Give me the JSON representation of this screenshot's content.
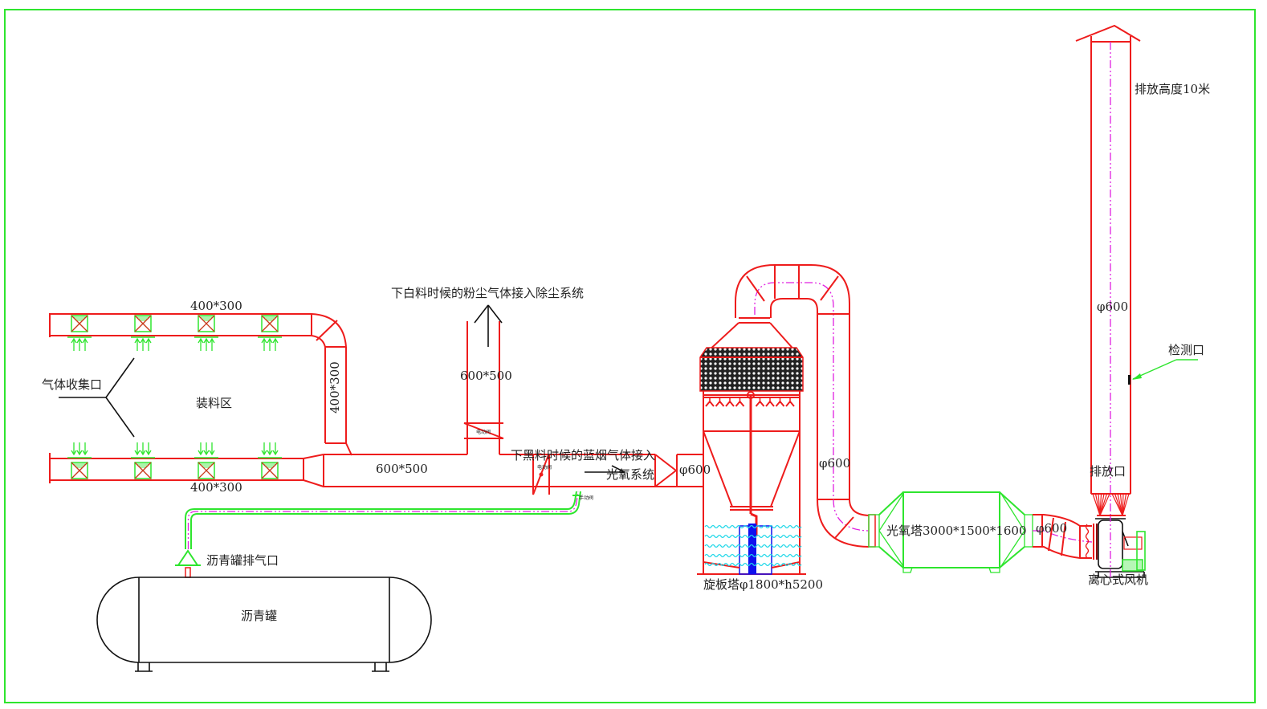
{
  "diagram": {
    "title_type": "Process flow diagram - exhaust gas treatment",
    "colors": {
      "duct": "#ee1c1c",
      "equipment_green": "#2ee52e",
      "centerline": "#e020e0",
      "water": "#22d8e8",
      "pump": "#1010ee",
      "border": "#2ee52e",
      "text": "#222222"
    },
    "labels": {
      "top_duct_size": "400*300",
      "bottom_duct_size": "400*300",
      "vertical_duct_size": "400*300",
      "gas_collection_inlet": "气体收集口",
      "loading_area": "装料区",
      "main_duct_size": "600*500",
      "branch_duct_size": "600*500",
      "branch_note": "下白料时候的粉尘气体接入除尘系统",
      "black_material_note_line1": "下黑料时候的蓝烟气体接入",
      "black_material_note_line2": "光氧系统",
      "inlet_diameter": "φ600",
      "spray_tower": "旋板塔φ1800*h5200",
      "riser_diameter": "φ600",
      "photo_oxidation_tower": "光氧塔3000*1500*1600",
      "fan_inlet_diameter": "φ600",
      "centrifugal_fan": "离心式风机",
      "exhaust_port": "排放口",
      "stack_diameter": "φ600",
      "stack_height": "排放高度10米",
      "sampling_port": "检测口",
      "asphalt_tank": "沥青罐",
      "asphalt_tank_vent": "沥青罐排气口",
      "electric_valve": "电动阀",
      "electric_valve_2": "电动阀",
      "manual_valve": "手动阀"
    },
    "collection_hoods_per_row": 4
  }
}
